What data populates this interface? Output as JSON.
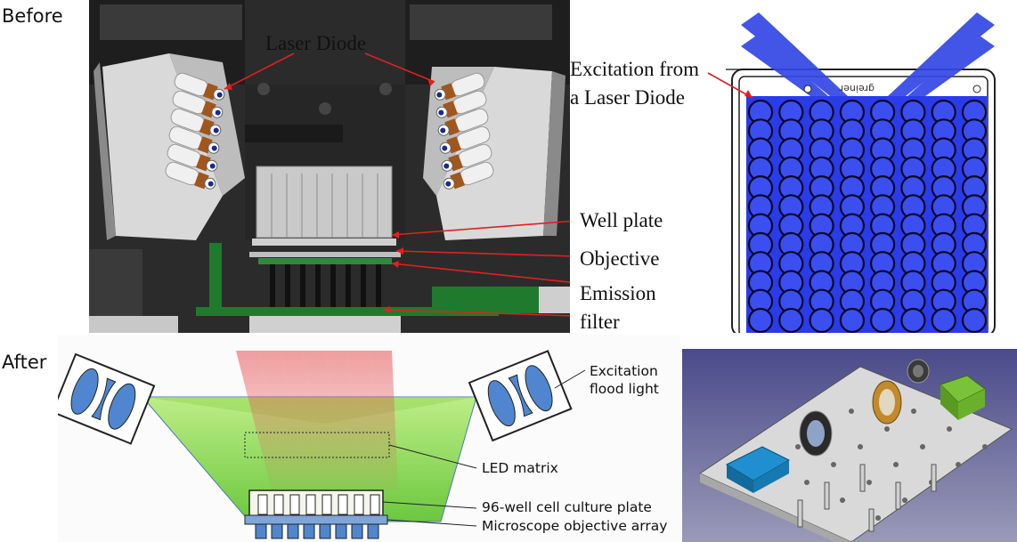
{
  "labels": {
    "before": "Before",
    "after": "After"
  },
  "before_cad": {
    "laser_diode": "Laser Diode",
    "well_plate": "Well plate",
    "objective": "Objective",
    "emission_filter_line1": "Emission",
    "emission_filter_line2": "filter"
  },
  "before_plate": {
    "excitation_line1": "Excitation from",
    "excitation_line2": "a Laser Diode",
    "plate_brand": "greiner",
    "rows": 8,
    "columns": 12
  },
  "after_schematic": {
    "excitation_line1": "Excitation",
    "excitation_line2": "flood light",
    "led_matrix": "LED matrix",
    "culture_plate": "96-well cell culture plate",
    "objective_array": "Microscope objective array"
  },
  "colors": {
    "laser_blue": "#2a3be8",
    "pcb_green": "#1f7a2e",
    "flood_green": "#7fd93a",
    "led_red": "#e55050",
    "lens_blue": "#4f86cf",
    "housing_dark": "#2b2b2b"
  }
}
